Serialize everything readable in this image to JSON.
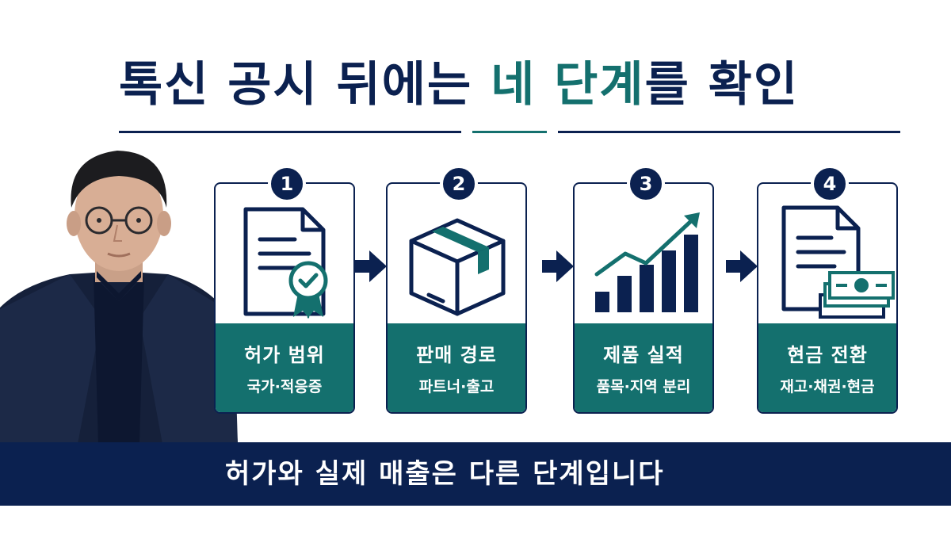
{
  "title": {
    "before": "톡신 공시 뒤에는 ",
    "highlight": "네 단계",
    "after": "를 확인"
  },
  "steps": [
    {
      "number": "1",
      "label": "허가 범위",
      "sub": "국가·적응증",
      "icon": "document-certificate-icon"
    },
    {
      "number": "2",
      "label": "판매 경로",
      "sub": "파트너·출고",
      "icon": "box-icon"
    },
    {
      "number": "3",
      "label": "제품 실적",
      "sub": "품목·지역 분리",
      "icon": "growth-chart-icon"
    },
    {
      "number": "4",
      "label": "현금 전환",
      "sub": "재고·채권·현금",
      "icon": "document-cash-icon"
    }
  ],
  "banner": {
    "text": "허가와 실제 매출은 다른 단계입니다"
  },
  "colors": {
    "navy": "#0b2150",
    "teal": "#14706e",
    "background": "#ffffff"
  }
}
